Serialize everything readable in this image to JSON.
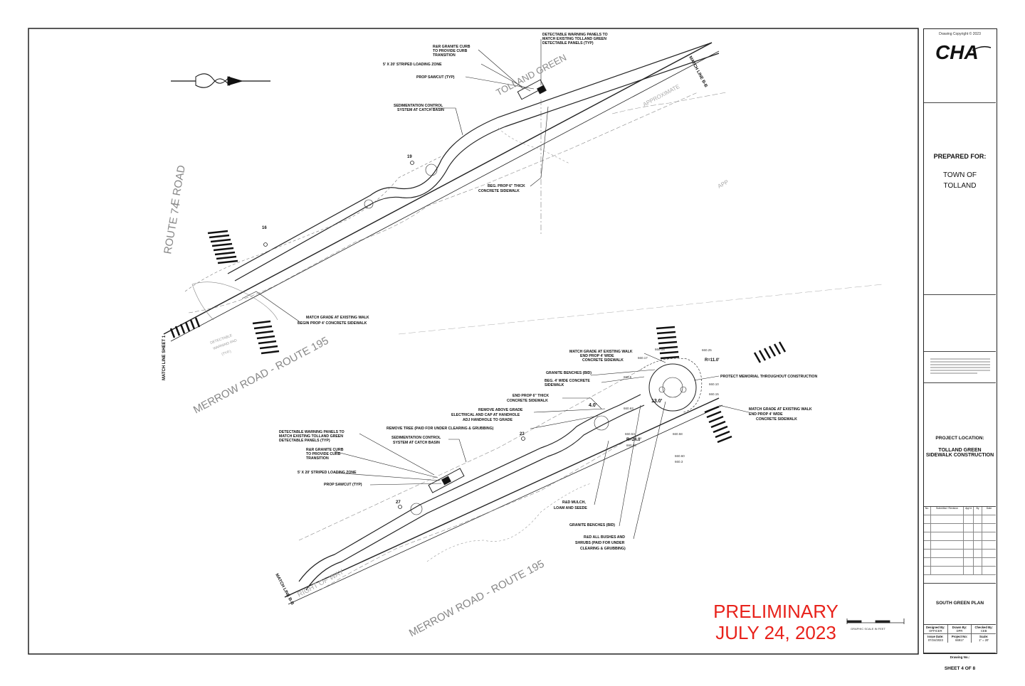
{
  "sheet": {
    "north_arrow": "north-arrow",
    "roads": {
      "merrow_upper": "MERROW ROAD - ROUTE 195",
      "merrow_lower": "MERROW ROAD - ROUTE 195",
      "route74": "ROUTE 74",
      "route74_prefix": "E ROAD",
      "tolland_green": "TOLLAND GREEN",
      "right_of_way": "RIGHT OF WAY",
      "approx": "APPROXIMATE",
      "approx2": "APP"
    },
    "match_lines": {
      "sheet1": "MATCH LINE SHEET 1",
      "bb_top": "MATCH LINE B-B",
      "bb_bottom": "MATCH LINE B-B"
    },
    "stations": {
      "s16": "16",
      "s19": "19",
      "s23": "23",
      "s27": "27"
    },
    "callouts_top": [
      "DETECTABLE WARNING PANELS TO",
      "MATCH EXISTING TOLLAND GREEN",
      "DETECTABLE PANELS (TYP)"
    ],
    "callout_rr_curb": [
      "R&R GRANITE CURB",
      "TO PROVIDE CURB",
      "TRANSITION"
    ],
    "callout_loading": "5' X 20' STRIPED LOADING ZONE",
    "callout_sawcut": "PROP SAWCUT (TYP)",
    "callout_sediment": [
      "SEDIMENTATION CONTROL",
      "SYSTEM AT CATCH BASIN"
    ],
    "callout_beg6": [
      "BEG. PROP 6\" THICK",
      "CONCRETE SIDEWALK"
    ],
    "callout_match_beg": [
      "MATCH GRADE AT EXISTING WALK",
      "BEGIN PROP 4' CONCRETE SIDEWALK"
    ],
    "detectable_pad": [
      "DETECTABLE",
      "WARNING PAD",
      "(TYP.)"
    ],
    "lower": {
      "match_end": [
        "MATCH GRADE AT EXISTING WALK",
        "END PROP 4' WIDE",
        "CONCRETE SIDEWALK"
      ],
      "granite_benches": "GRANITE BENCHES (BID)",
      "beg4": [
        "BEG. 4' WIDE CONCRETE",
        "SIDEWALK"
      ],
      "end6": [
        "END PROP 6\" THICK",
        "CONCRETE SIDEWALK"
      ],
      "remove_above": [
        "REMOVE ABOVE GRADE",
        "ELECTRICAL AND CAP AT HANDHOLE",
        "ADJ HANDHOLE TO GRADE"
      ],
      "remove_tree": "REMOVE TREE (PAID FOR UNDER CLEARING & GRUBBING)",
      "sediment": [
        "SEDIMENTATION CONTROL",
        "SYSTEM AT CATCH BASIN"
      ],
      "detectable": [
        "DETECTABLE WARNING PANELS TO",
        "MATCH EXISTING TOLLAND GREEN",
        "DETECTABLE PANELS (TYP)"
      ],
      "rr_curb": [
        "R&R GRANITE CURB",
        "TO PROVIDE CURB",
        "TRANSITION"
      ],
      "loading": "5' X 20' STRIPED LOADING ZONE",
      "sawcut": "PROP SAWCUT (TYP)",
      "rd_mulch": [
        "R&D MULCH,",
        "LOAM AND SEEDE"
      ],
      "granite_benches2": "GRANITE BENCHES (BID)",
      "rd_bushes": [
        "R&D ALL BUSHES AND",
        "SHRUBS (PAID FOR UNDER",
        "CLEARING & GRUBBING)"
      ],
      "protect_memorial": "PROTECT MEMORIAL THROUGHOUT CONSTRUCTION",
      "match_end2": [
        "MATCH GRADE AT EXISTING WALK",
        "END PROP 4' WIDE",
        "CONCRETE SIDEWALK"
      ],
      "dim_4": "4.0'",
      "dim_13": "13.0'",
      "r_11": "R=11.0'",
      "r_24": "R=24.0'",
      "elev": [
        "660.25",
        "660.17",
        "660.08",
        "660.5",
        "660.63",
        "660.10",
        "660.15",
        "660.53",
        "660.58",
        "660.83",
        "660.60",
        "660.3"
      ]
    },
    "graphic_scale": "GRAPHIC SCALE IN FEET"
  },
  "title_block": {
    "logo": "CHA",
    "copyright": "Drawing Copyright © 2023",
    "prepared_for_label": "PREPARED FOR:",
    "client_line1": "TOWN OF",
    "client_line2": "TOLLAND",
    "project_location_label": "PROJECT LOCATION:",
    "project_line1": "TOLLAND GREEN",
    "project_line2": "SIDEWALK CONSTRUCTION",
    "rev_headers": [
      "No.",
      "Submittal / Revision",
      "App'd",
      "By",
      "Date"
    ],
    "sheet_title": "SOUTH GREEN PLAN",
    "designed_by_label": "Designed By:",
    "designed_by": "OFFICER",
    "drawn_by_label": "Drawn By:",
    "drawn_by": "DPR",
    "checked_by_label": "Checked By:",
    "checked_by": "CEB",
    "issue_date_label": "Issue Date:",
    "issue_date": "07/24/2023",
    "project_no_label": "Project No:",
    "project_no": "66917",
    "scale_label": "Scale:",
    "scale": "1\" = 20'",
    "drawing_no_label": "Drawing No.:",
    "drawing_no": "SHEET 4 OF 8"
  },
  "stamp": {
    "line1": "PRELIMINARY",
    "line2": "JULY 24, 2023"
  }
}
